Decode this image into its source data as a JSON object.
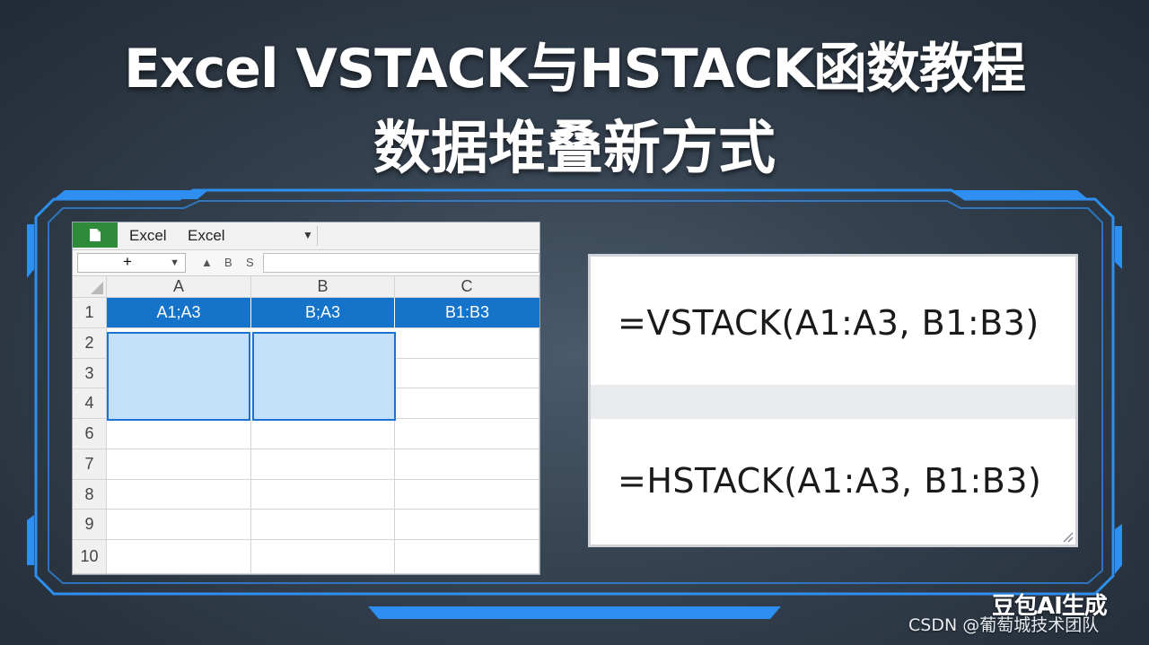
{
  "title": {
    "line1": "Excel VSTACK与HSTACK函数教程",
    "line2": "数据堆叠新方式"
  },
  "colors": {
    "frame_blue": "#2f8ff0",
    "header_fill": "#1573c9",
    "selection_fill": "#c5e1fa",
    "app_icon_green": "#2e8b3a"
  },
  "spreadsheet": {
    "app_icon": "spreadsheet-file-icon",
    "menu": [
      "Excel",
      "Excel"
    ],
    "name_box": "+",
    "formula_bar_icons": [
      "▲",
      "B",
      "S"
    ],
    "columns": [
      "A",
      "B",
      "C"
    ],
    "rows": [
      "1",
      "2",
      "3",
      "4",
      "6",
      "7",
      "8",
      "9",
      "10"
    ],
    "row1_cells": [
      "A1;A3",
      "B;A3",
      "B1:B3"
    ]
  },
  "formulas": {
    "vstack": "=VSTACK(A1:A3, B1:B3)",
    "hstack": "=HSTACK(A1:A3, B1:B3)"
  },
  "watermark": {
    "logo": "豆包AI生成",
    "credit": "CSDN @葡萄城技术团队"
  }
}
